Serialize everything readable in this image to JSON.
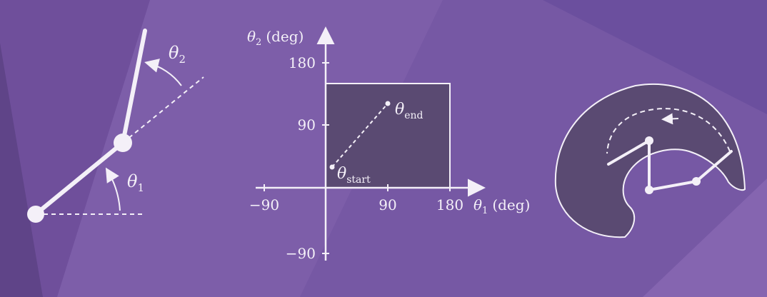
{
  "colors": {
    "background": "#7a5aa6",
    "foreground": "#f4f0f8",
    "shaded_region": "#5a4a72"
  },
  "arm": {
    "theta1_label": "θ",
    "theta1_sub": "1",
    "theta2_label": "θ",
    "theta2_sub": "2"
  },
  "configuration_space": {
    "x_axis_label": "θ",
    "x_axis_sub": "1",
    "x_axis_unit": "(deg)",
    "y_axis_label": "θ",
    "y_axis_sub": "2",
    "y_axis_unit": "(deg)",
    "x_ticks": [
      "−90",
      "90",
      "180"
    ],
    "y_ticks": [
      "180",
      "90",
      "−90"
    ],
    "start_label": "θ",
    "start_sub": "start",
    "end_label": "θ",
    "end_sub": "end",
    "region_theta1_range": [
      0,
      180
    ],
    "region_theta2_range": [
      0,
      150
    ],
    "start_point": [
      10,
      30
    ],
    "end_point": [
      90,
      120
    ]
  },
  "workspace": {
    "icon": "arc-arrow-icon"
  }
}
